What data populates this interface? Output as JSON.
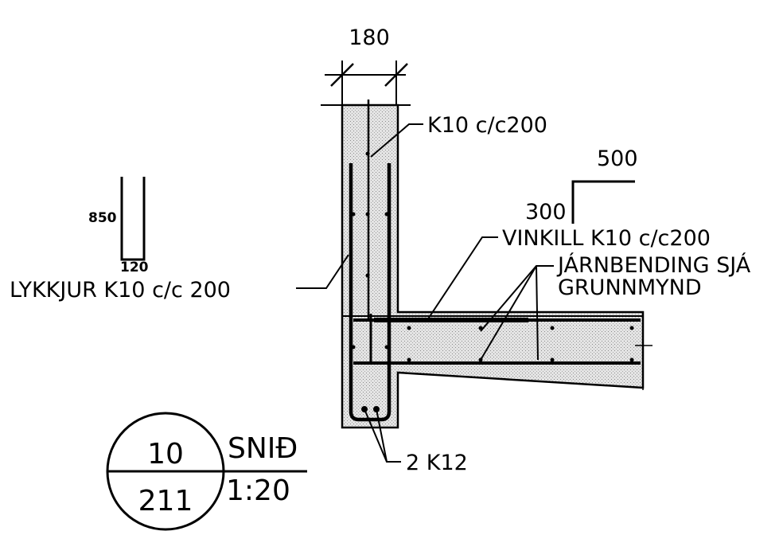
{
  "dimensions": {
    "wall_thickness": "180",
    "hook_height": "850",
    "hook_width": "120",
    "angle_horizontal": "500",
    "angle_vertical": "300"
  },
  "callouts": {
    "wall_bars": "K10  c/c200",
    "angle_bars": "VINKILL  K10  c/c200",
    "slab_reinforcement_line1": "JÁRNBENDING  SJÁ",
    "slab_reinforcement_line2": "GRUNNMYND",
    "stirrups": "LYKKJUR  K10  c/c  200",
    "bottom_bars": "2  K12"
  },
  "section_marker": {
    "section_number": "10",
    "sheet_number": "211",
    "title": "SNIÐ",
    "scale": "1:20"
  },
  "colors": {
    "ink": "#000000",
    "concrete_fill": "#d6d6d6"
  }
}
